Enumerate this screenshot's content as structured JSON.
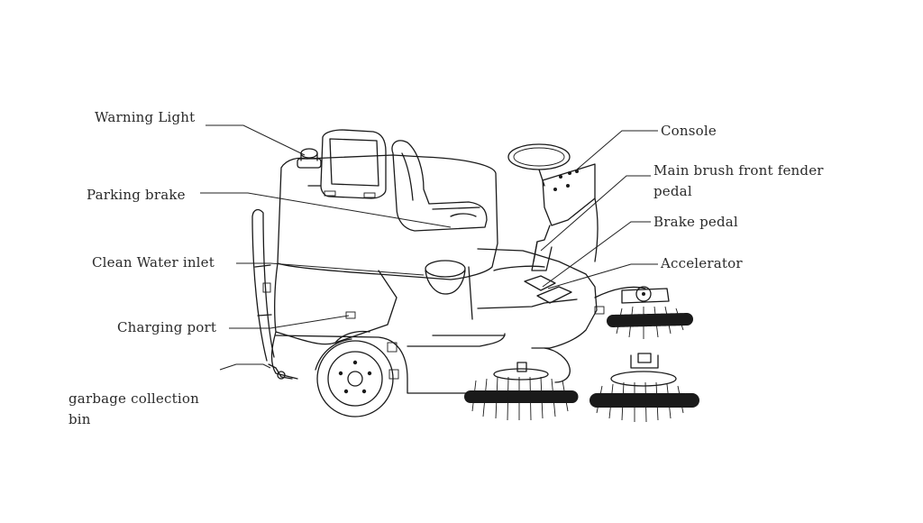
{
  "labels": {
    "warning_light": "Warning Light",
    "parking_brake": "Parking brake",
    "clean_water_inlet": "Clean Water inlet",
    "charging_port": "Charging port",
    "garbage_bin_line1": "garbage collection",
    "garbage_bin_line2": "bin",
    "console": "Console",
    "main_brush_line1": "Main brush front fender",
    "main_brush_line2": "pedal",
    "brake_pedal": "Brake pedal",
    "accelerator": "Accelerator"
  },
  "colors": {
    "ink": "#1a1a1a",
    "background": "#ffffff",
    "text": "#2a2a2a"
  }
}
